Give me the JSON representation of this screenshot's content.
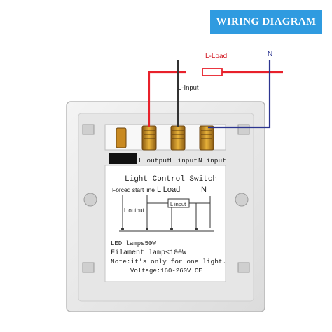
{
  "banner": {
    "title": "WIRING DIAGRAM"
  },
  "wires": {
    "l_load": "L-Load",
    "n": "N",
    "l_input": "L-Input"
  },
  "terminals": {
    "l_output": "L output",
    "l_input": "L input",
    "n_input": "N input"
  },
  "label": {
    "title": "Light Control Switch",
    "forced_start_line": "Forced start line",
    "l_load": "L Load",
    "n": "N",
    "l_output": "L output",
    "l_input": "L input"
  },
  "specs": {
    "led": "LED lamp≤50W",
    "filament": "Filament lamp≤100W",
    "note": "Note:it's only for one light.",
    "voltage": "Voltage:160-260V  CE"
  },
  "colors": {
    "banner": "#2f9be0",
    "live_wire": "#e8212b",
    "neutral_wire": "#2c3590",
    "input_wire": "#333333"
  }
}
